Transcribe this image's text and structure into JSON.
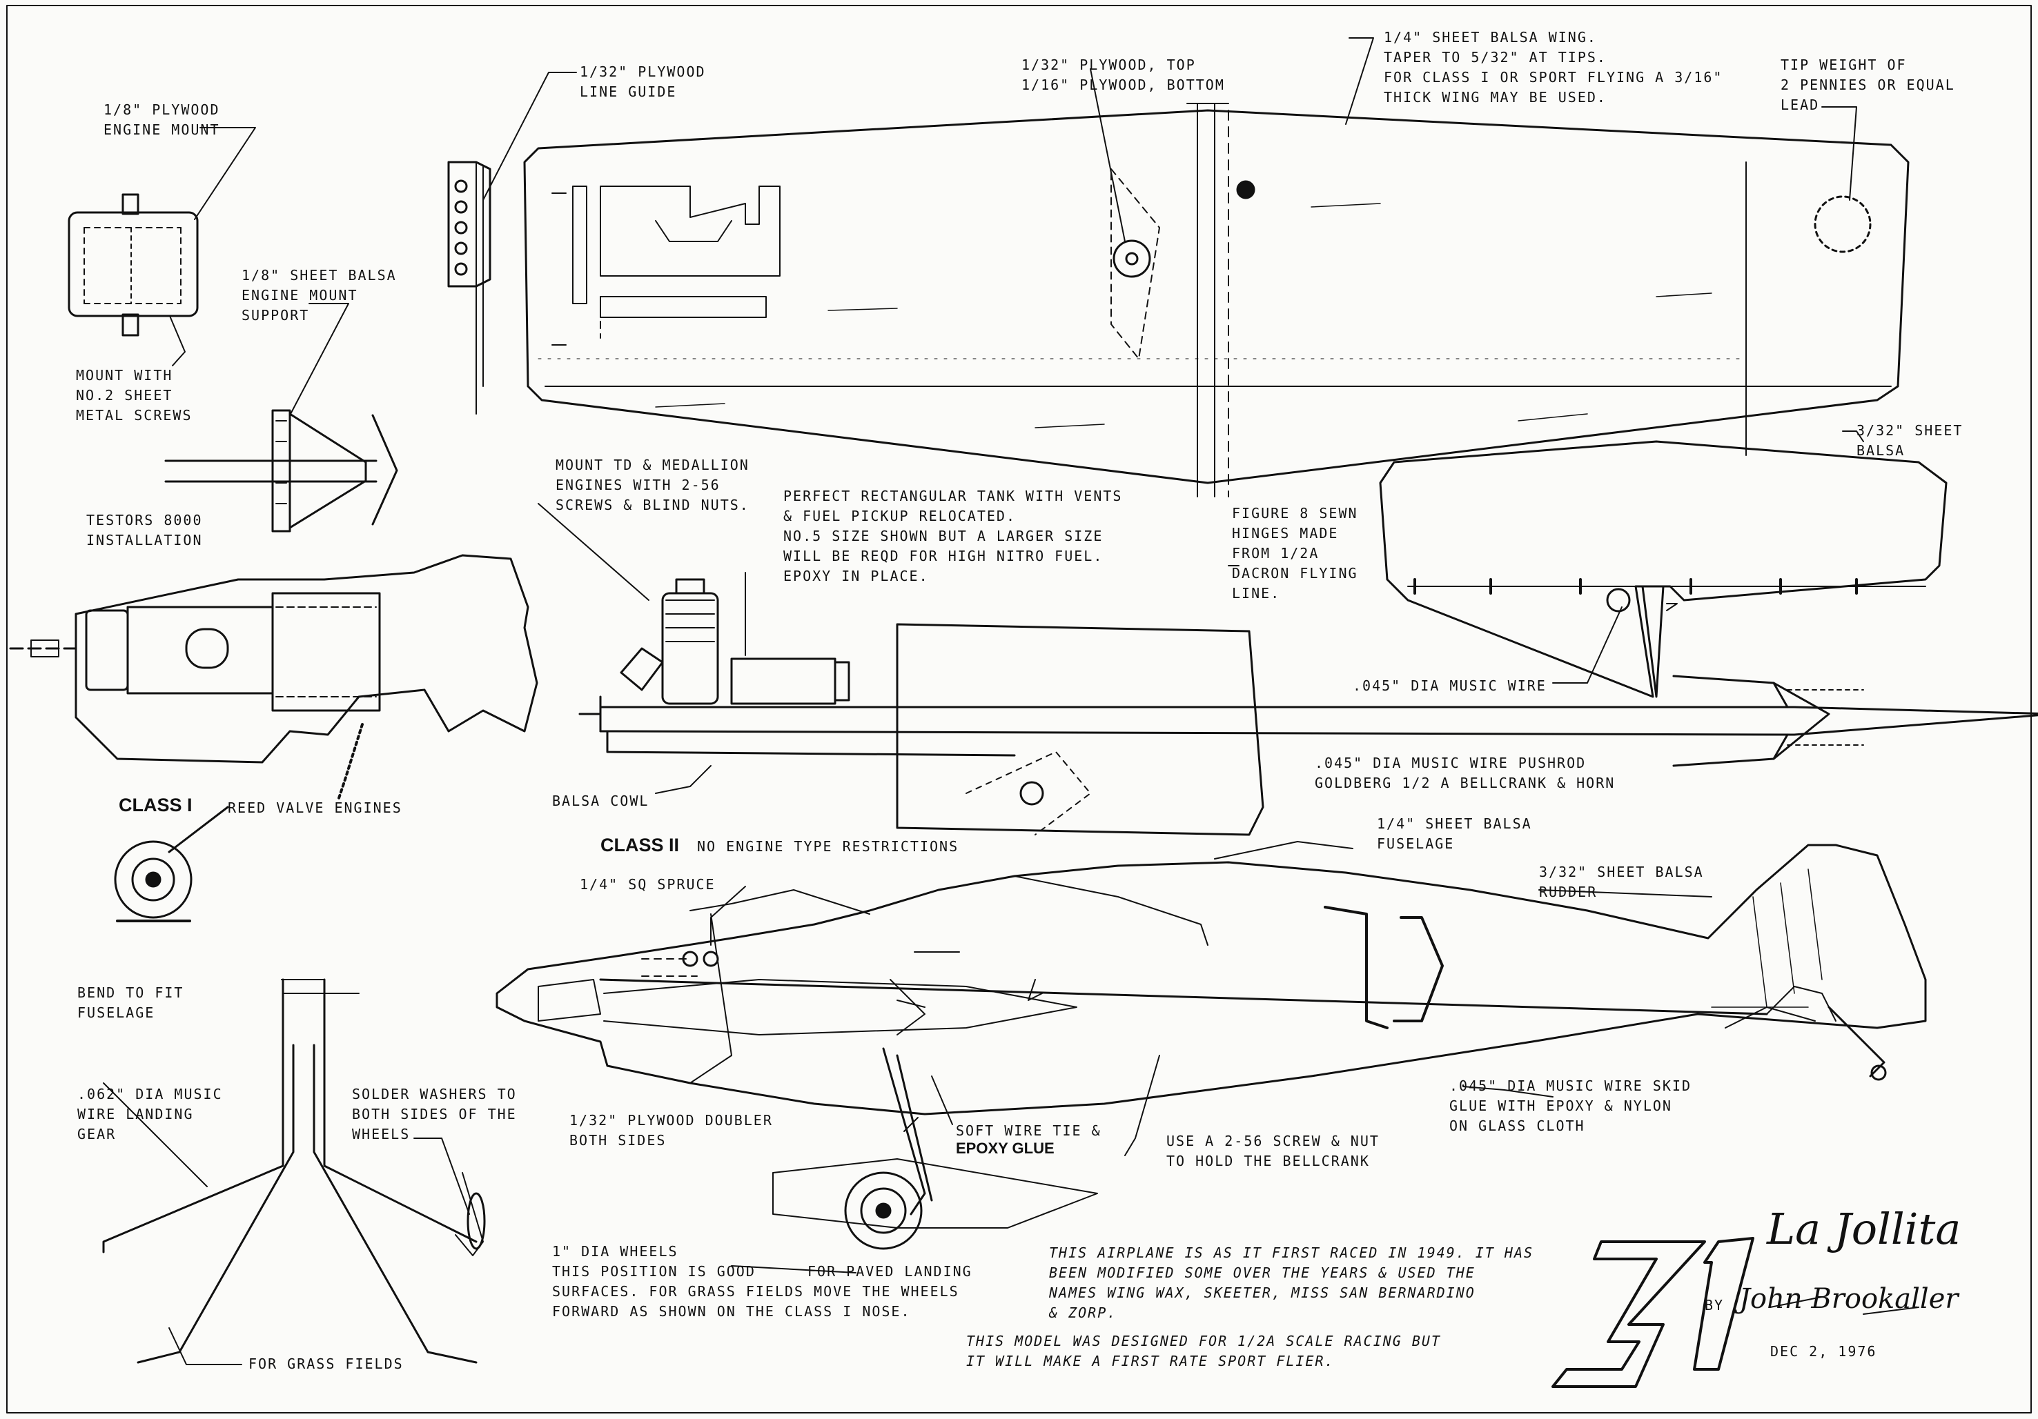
{
  "notes": {
    "plywood_engine_mount": "1/8\" PLYWOOD\nENGINE MOUNT",
    "mount_with_screws": "MOUNT WITH\nNO.2 SHEET\nMETAL SCREWS",
    "sheet_balsa_support": "1/8\" SHEET BALSA\nENGINE MOUNT\nSUPPORT",
    "testors_installation": "TESTORS 8000\nINSTALLATION",
    "line_guide": "1/32\" PLYWOOD\nLINE GUIDE",
    "plywood_top_bottom": "1/32\" PLYWOOD, TOP\n1/16\" PLYWOOD, BOTTOM",
    "wing_note": "1/4\" SHEET BALSA WING.\nTAPER TO 5/32\" AT TIPS.\nFOR CLASS I OR SPORT FLYING A 3/16\"\nTHICK WING MAY BE USED.",
    "tip_weight": "TIP WEIGHT OF\n2 PENNIES OR EQUAL\nLEAD",
    "stab_sheet": "3/32\" SHEET\nBALSA",
    "hinges": "FIGURE 8 SEWN\nHINGES MADE\nFROM 1/2A\nDACRON FLYING\nLINE.",
    "mount_engines": "MOUNT TD & MEDALLION\nENGINES WITH 2-56\nSCREWS & BLIND NUTS.",
    "tank_note": "PERFECT RECTANGULAR TANK WITH VENTS\n& FUEL PICKUP RELOCATED.\nNO.5 SIZE SHOWN BUT A LARGER SIZE\nWILL BE REQD FOR HIGH NITRO FUEL.\nEPOXY IN PLACE.",
    "music_wire_045": ".045\" DIA MUSIC WIRE",
    "pushrod": ".045\" DIA MUSIC WIRE PUSHROD\nGOLDBERG 1/2 A BELLCRANK & HORN",
    "balsa_cowl": "BALSA COWL",
    "class1_label": "CLASS I",
    "class1_desc": "REED VALVE ENGINES",
    "class2_label": "CLASS II",
    "class2_desc": "NO ENGINE TYPE RESTRICTIONS",
    "fuselage_sheet": "1/4\" SHEET BALSA\nFUSELAGE",
    "rudder_sheet": "3/32\" SHEET BALSA\nRUDDER",
    "spruce": "1/4\" SQ SPRUCE",
    "bend_to_fit": "BEND TO FIT\nFUSELAGE",
    "landing_gear_wire": ".062\" DIA MUSIC\nWIRE LANDING\nGEAR",
    "solder_washers": "SOLDER WASHERS TO\nBOTH SIDES OF THE\nWHEELS",
    "plywood_doubler": "1/32\" PLYWOOD DOUBLER\nBOTH SIDES",
    "soft_wire_tie": "SOFT WIRE TIE &",
    "epoxy_glue": "EPOXY GLUE",
    "bellcrank_screw": "USE A 2-56 SCREW & NUT\nTO HOLD THE BELLCRANK",
    "skid_note": ".045\" DIA MUSIC WIRE SKID\nGLUE WITH EPOXY & NYLON\nON GLASS CLOTH",
    "wheels_note": "1\" DIA WHEELS\nTHIS POSITION IS GOOD\nSURFACES. FOR GRASS FIELDS MOVE THE WHEELS\nFORWARD AS SHOWN ON THE CLASS I NOSE.",
    "paved_landing": "FOR PAVED LANDING",
    "grass_fields": "FOR GRASS FIELDS",
    "history": "THIS AIRPLANE IS AS IT FIRST RACED IN 1949. IT HAS\nBEEN MODIFIED SOME OVER THE YEARS & USED THE\nNAMES WING WAX, SKEETER, MISS SAN BERNARDINO\n& ZORP.",
    "design_note": "THIS MODEL WAS DESIGNED FOR 1/2A SCALE RACING BUT\nIT WILL MAKE A FIRST RATE SPORT FLIER."
  },
  "race_number": "31",
  "title": "La Jollita",
  "byline": "BY",
  "author": "John Brookaller",
  "date": "DEC 2, 1976"
}
